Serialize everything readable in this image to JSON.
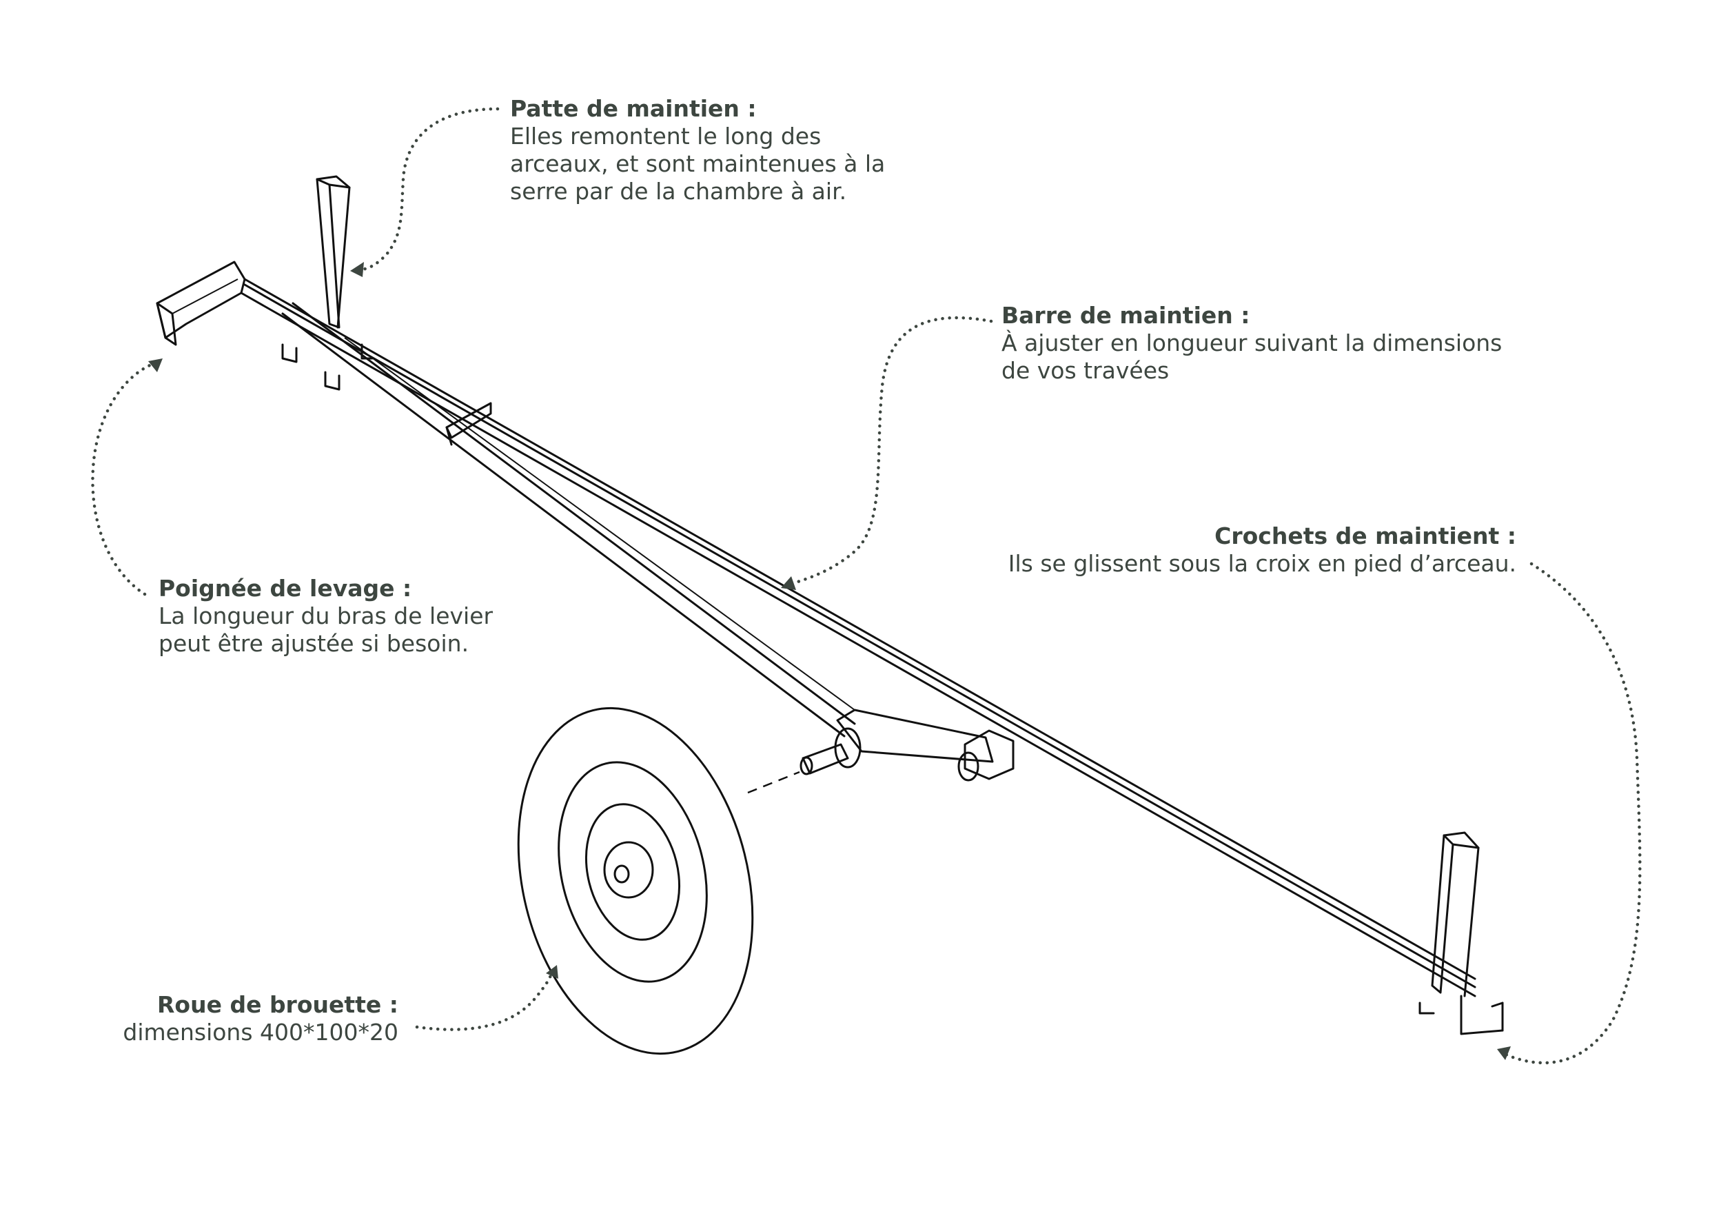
{
  "labels": {
    "patte": {
      "title": "Patte de maintien :",
      "lines": [
        "Elles remontent le long des",
        "arceaux, et sont maintenues à la",
        "serre par de la chambre à air."
      ]
    },
    "barre": {
      "title": "Barre de maintien :",
      "lines": [
        "À ajuster en longueur suivant la dimensions",
        "de vos travées"
      ]
    },
    "crochets": {
      "title": "Crochets de maintient :",
      "lines": [
        "Ils se glissent sous la croix en pied d’arceau."
      ]
    },
    "poignee": {
      "title": "Poignée de levage :",
      "lines": [
        "La longueur du bras de levier",
        "peut être ajustée si besoin."
      ]
    },
    "roue": {
      "title": "Roue de brouette :",
      "lines": [
        "dimensions 400*100*20"
      ]
    }
  },
  "colors": {
    "text": "#3d4640",
    "line": "#111111",
    "background": "#ffffff"
  }
}
